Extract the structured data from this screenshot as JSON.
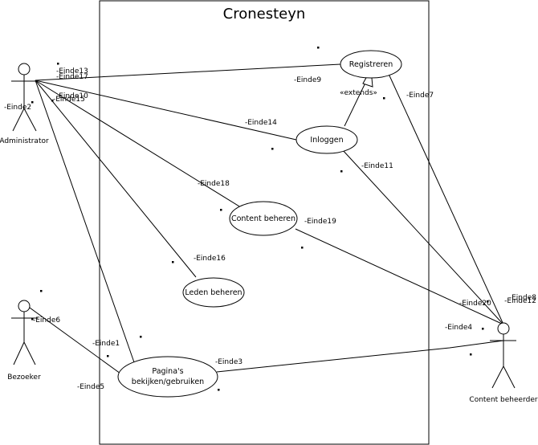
{
  "system": {
    "title": "Cronesteyn"
  },
  "actors": {
    "administrator": "Administrator",
    "bezoeker": "Bezoeker",
    "content_beheerder": "Content beheerder"
  },
  "use_cases": {
    "registreren": "Registreren",
    "inloggen": "Inloggen",
    "content_beheren": "Content beheren",
    "leden_beheren": "Leden beheren",
    "paginas_line1": "Pagina's",
    "paginas_line2": "bekijken/gebruiken"
  },
  "stereotype": "«extends»",
  "ends": {
    "e1": "-Einde1",
    "e2": "-Einde2",
    "e3": "-Einde3",
    "e4": "-Einde4",
    "e5": "-Einde5",
    "e6": "-Einde6",
    "e7": "-Einde7",
    "e8": "-Einde8",
    "e9": "-Einde9",
    "e10": "-Einde10",
    "e11": "-Einde11",
    "e12": "-Einde12",
    "e13": "-Einde13",
    "e14": "-Einde14",
    "e15": "-Einde15",
    "e16": "-Einde16",
    "e17": "-Einde17",
    "e18": "-Einde18",
    "e19": "-Einde19",
    "e20": "-Einde20"
  }
}
